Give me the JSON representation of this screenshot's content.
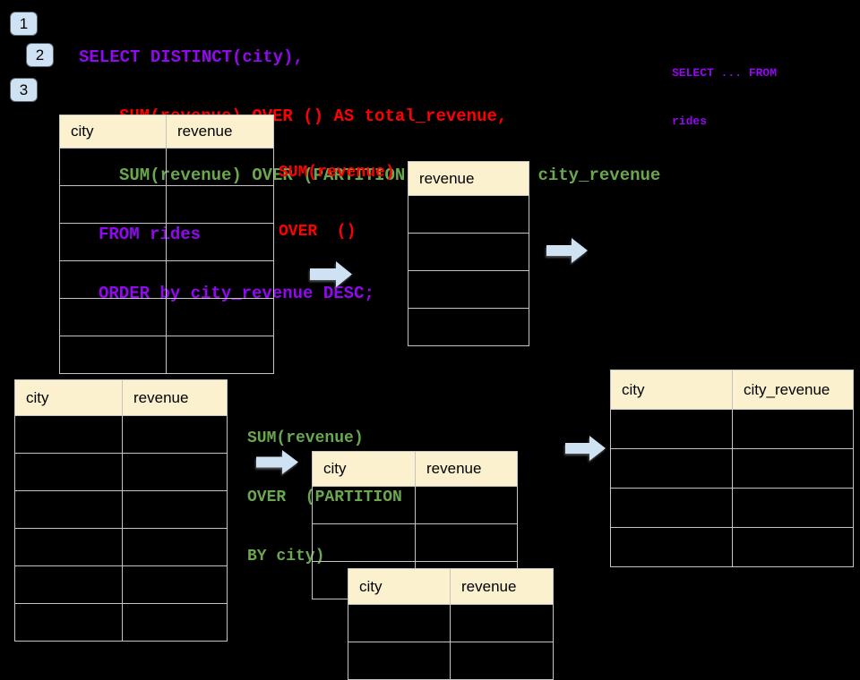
{
  "colors": {
    "background": "#000000",
    "sql_purple": "#9208f0",
    "sql_red": "#ff0000",
    "sql_green": "#6aa84f",
    "table_header_fill": "#fcf1ce",
    "table_border": "#c4c4c4",
    "arrow_fill": "#cfe2f3",
    "badge_fill": "#cfe2f3"
  },
  "badges": {
    "one": "1",
    "two": "2",
    "three": "3"
  },
  "sql_code": {
    "line1": "SELECT DISTINCT(city),",
    "line2": "SUM(revenue) OVER () AS total_revenue,",
    "line3": "SUM(revenue) OVER (PARTITION BY city) as city_revenue",
    "line4": "FROM rides",
    "line5": "ORDER by city_revenue DESC;"
  },
  "corner_snippet": {
    "line1": "SELECT ... FROM",
    "line2": "rides"
  },
  "annotations": {
    "total_revenue": {
      "line1": "SUM(revenue)",
      "line2": "OVER  ()"
    },
    "partition": {
      "line1": "SUM(revenue)",
      "line2": "OVER  (PARTITION",
      "line3": "BY city)"
    }
  },
  "tables": {
    "source_top": {
      "col1": "city",
      "col2": "revenue"
    },
    "total_revenue": {
      "col1": "revenue"
    },
    "source_bottom": {
      "col1": "city",
      "col2": "revenue"
    },
    "partitioned_a": {
      "col1": "city",
      "col2": "revenue"
    },
    "partitioned_b": {
      "col1": "city",
      "col2": "revenue"
    },
    "result": {
      "col1": "city",
      "col2": "city_revenue"
    }
  }
}
